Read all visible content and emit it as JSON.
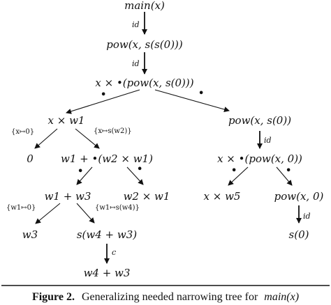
{
  "nodes": [
    {
      "id": "n_main",
      "label": "main(x)"
    },
    {
      "id": "n_pow1",
      "label": "pow(x, s(s(0)))"
    },
    {
      "id": "n_x_bul_pow",
      "label": "x × •(pow(x, s(0)))"
    },
    {
      "id": "n_x_w1",
      "label": "x × w1"
    },
    {
      "id": "n_pow_s0",
      "label": "pow(x, s(0))"
    },
    {
      "id": "n_zero",
      "label": "0"
    },
    {
      "id": "n_w1_plus_bul",
      "label": "w1 + •(w2 × w1)"
    },
    {
      "id": "n_x_bul_pow0",
      "label": "x × •(pow(x, 0))"
    },
    {
      "id": "n_w1_plus_w3",
      "label": "w1 + w3"
    },
    {
      "id": "n_w2_x_w1",
      "label": "w2 × w1"
    },
    {
      "id": "n_x_w5",
      "label": "x × w5"
    },
    {
      "id": "n_pow_0",
      "label": "pow(x, 0)"
    },
    {
      "id": "n_w3",
      "label": "w3"
    },
    {
      "id": "n_s_w4_w3",
      "label": "s(w4 + w3)"
    },
    {
      "id": "n_s0",
      "label": "s(0)"
    },
    {
      "id": "n_w4_w3",
      "label": "w4 + w3"
    }
  ],
  "edges": [
    {
      "from": "n_main",
      "to": "n_pow1",
      "label": "id"
    },
    {
      "from": "n_pow1",
      "to": "n_x_bul_pow",
      "label": "id"
    },
    {
      "from": "n_x_bul_pow",
      "to": "n_x_w1",
      "label": "•"
    },
    {
      "from": "n_x_bul_pow",
      "to": "n_pow_s0",
      "label": "•"
    },
    {
      "from": "n_x_w1",
      "to": "n_zero",
      "label": "{x↦0}"
    },
    {
      "from": "n_x_w1",
      "to": "n_w1_plus_bul",
      "label": "{x↦s(w2)}"
    },
    {
      "from": "n_pow_s0",
      "to": "n_x_bul_pow0",
      "label": "id"
    },
    {
      "from": "n_w1_plus_bul",
      "to": "n_w1_plus_w3",
      "label": "•"
    },
    {
      "from": "n_w1_plus_bul",
      "to": "n_w2_x_w1",
      "label": "•"
    },
    {
      "from": "n_x_bul_pow0",
      "to": "n_x_w5",
      "label": "•"
    },
    {
      "from": "n_x_bul_pow0",
      "to": "n_pow_0",
      "label": "•"
    },
    {
      "from": "n_w1_plus_w3",
      "to": "n_w3",
      "label": "{w1↦0}"
    },
    {
      "from": "n_w1_plus_w3",
      "to": "n_s_w4_w3",
      "label": "{w1↦s(w4)}"
    },
    {
      "from": "n_pow_0",
      "to": "n_s0",
      "label": "id"
    },
    {
      "from": "n_s_w4_w3",
      "to": "n_w4_w3",
      "label": "c"
    }
  ],
  "caption": {
    "figure_label": "Figure 2.",
    "text": "Generalizing needed narrowing tree for",
    "math": "main(x)"
  }
}
